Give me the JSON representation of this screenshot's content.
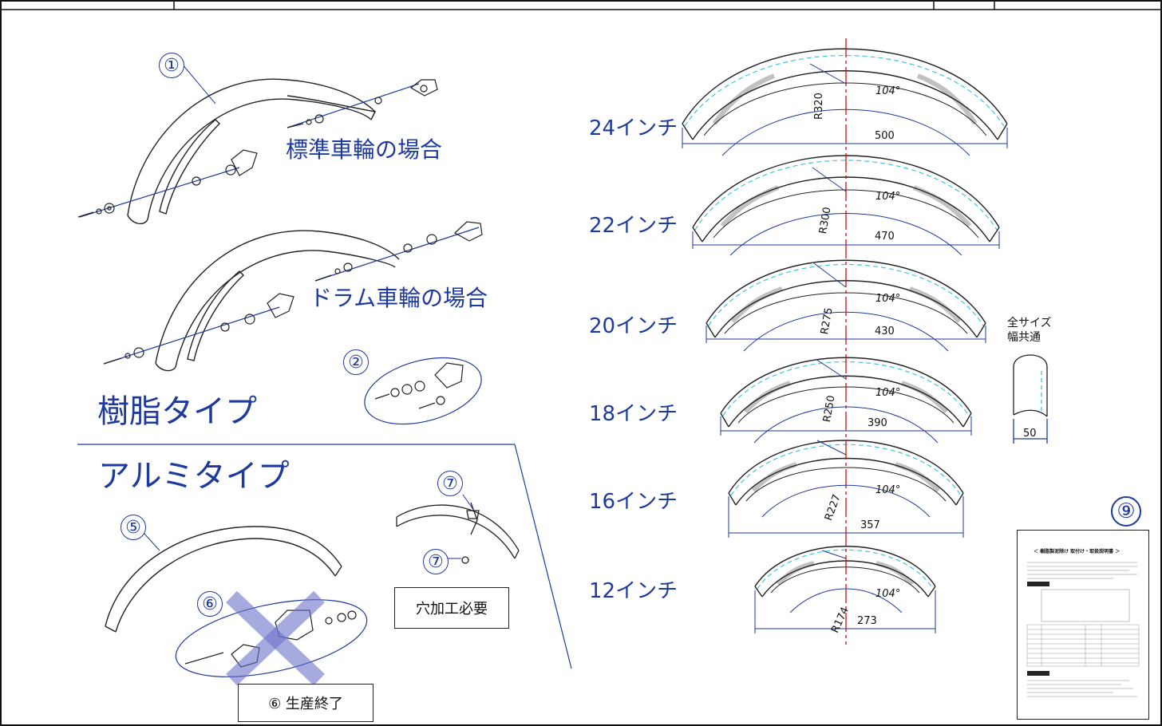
{
  "resin_type": {
    "title": "樹脂タイプ",
    "part_1": "①",
    "part_2": "②",
    "standard_wheel": "標準車輪の場合",
    "drum_wheel": "ドラム車輪の場合"
  },
  "aluminum_type": {
    "title": "アルミタイプ",
    "part_5": "⑤",
    "part_6": "⑥",
    "part_7": "⑦",
    "hole_note": "穴加工必要",
    "discontinued": "⑥ 生産終了"
  },
  "sizes": [
    {
      "label": "24インチ",
      "radius": "R320",
      "width": "500",
      "angle": "104°"
    },
    {
      "label": "22インチ",
      "radius": "R300",
      "width": "470",
      "angle": "104°"
    },
    {
      "label": "20インチ",
      "radius": "R275",
      "width": "430",
      "angle": "104°"
    },
    {
      "label": "18インチ",
      "radius": "R250",
      "width": "390",
      "angle": "104°"
    },
    {
      "label": "16インチ",
      "radius": "R227",
      "width": "357",
      "angle": "104°"
    },
    {
      "label": "12インチ",
      "radius": "R174",
      "width": "273",
      "angle": "104°"
    }
  ],
  "profile": {
    "note_line1": "全サイズ",
    "note_line2": "幅共通",
    "width": "50"
  },
  "manual": {
    "number": "⑨",
    "title": "＜ 樹脂製泥除け 取付け・取扱説明書 ＞"
  },
  "colors": {
    "accent": "#1e3a9e",
    "centerline": "#cc1111",
    "dashed": "#3fc7e0"
  }
}
